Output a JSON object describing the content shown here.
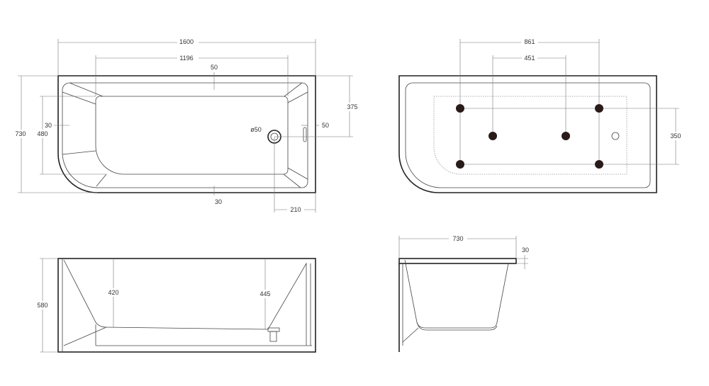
{
  "top_view": {
    "width_total": "1600",
    "basin_length": "1196",
    "rim_top": "50",
    "depth_total": "730",
    "basin_width": "480",
    "rim_left": "30",
    "drain_diameter": "ø50",
    "drain_from_top": "375",
    "rim_right": "50",
    "rim_bottom": "30",
    "drain_from_right": "210"
  },
  "jets_view": {
    "outer_spacing": "861",
    "inner_spacing": "451",
    "row_spacing": "350",
    "jet_color": "#2a1a1a"
  },
  "front_view": {
    "height": "580",
    "depth_left": "420",
    "depth_right": "445"
  },
  "side_view": {
    "depth": "730",
    "rim_thickness": "30"
  }
}
